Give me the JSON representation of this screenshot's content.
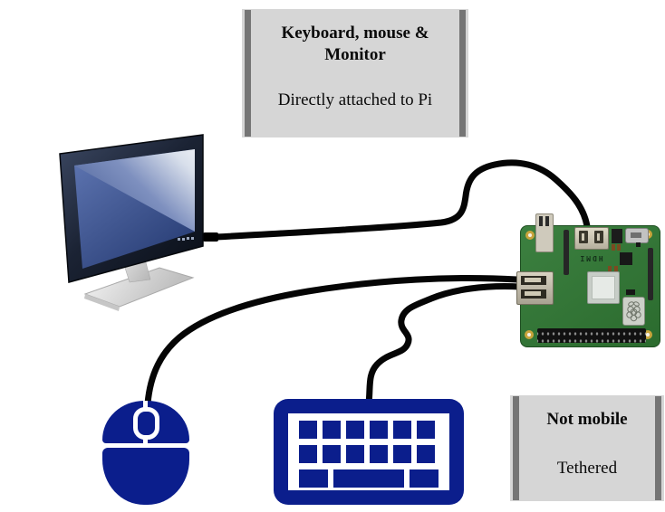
{
  "diagram": {
    "notes": {
      "top": {
        "title_line1": "Keyboard, mouse &",
        "title_line2": "Monitor",
        "body": "Directly attached to Pi"
      },
      "bottom": {
        "title": "Not mobile",
        "body": "Tethered"
      }
    },
    "pi": {
      "hdmi_label": "HDMI"
    },
    "devices": [
      "monitor",
      "raspberry-pi",
      "mouse",
      "keyboard"
    ],
    "connections": [
      {
        "from": "monitor",
        "to": "raspberry-pi-hdmi-port"
      },
      {
        "from": "mouse",
        "to": "raspberry-pi-usb-port"
      },
      {
        "from": "keyboard",
        "to": "raspberry-pi-usb-port"
      }
    ],
    "colors": {
      "device_blue": "#0b1e8c",
      "cable_black": "#050505",
      "note_bg": "#d6d6d6",
      "note_bar": "#757575",
      "pcb_green": "#2f7a33",
      "screen_blue_dark": "#2a3f77",
      "screen_blue_light": "#eef1f6"
    }
  }
}
